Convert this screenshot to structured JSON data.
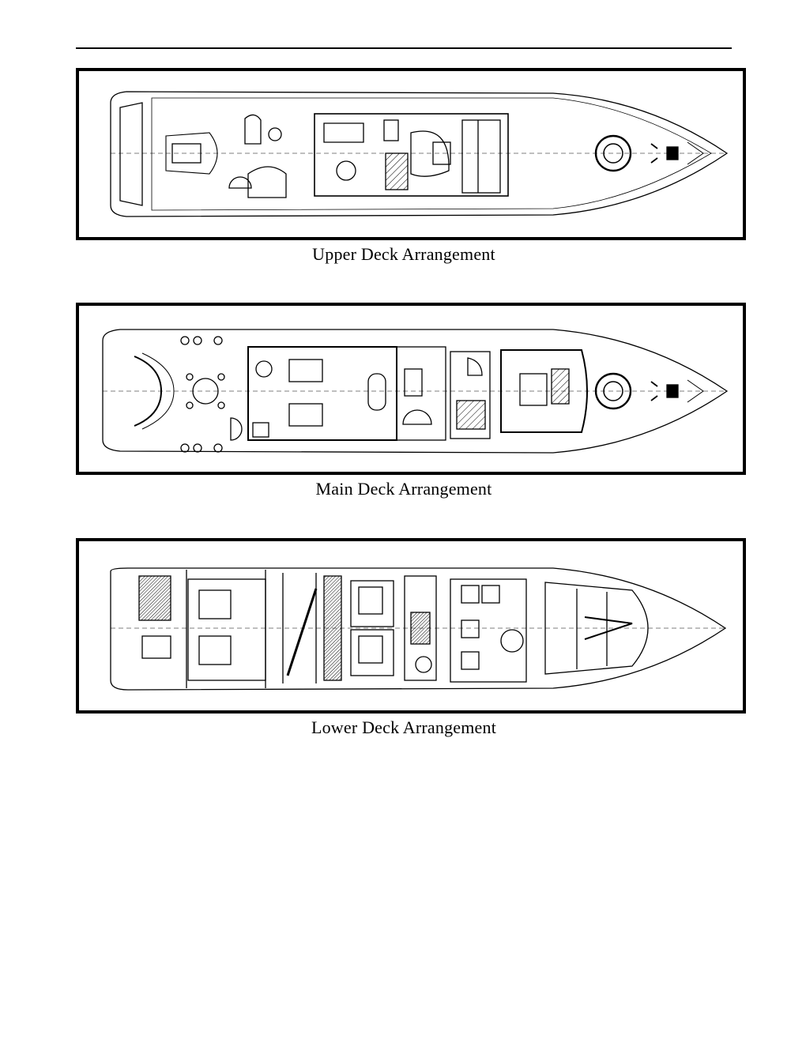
{
  "page": {
    "decks": [
      {
        "caption": "Upper Deck Arrangement"
      },
      {
        "caption": "Main Deck Arrangement"
      },
      {
        "caption": "Lower Deck Arrangement"
      }
    ]
  }
}
